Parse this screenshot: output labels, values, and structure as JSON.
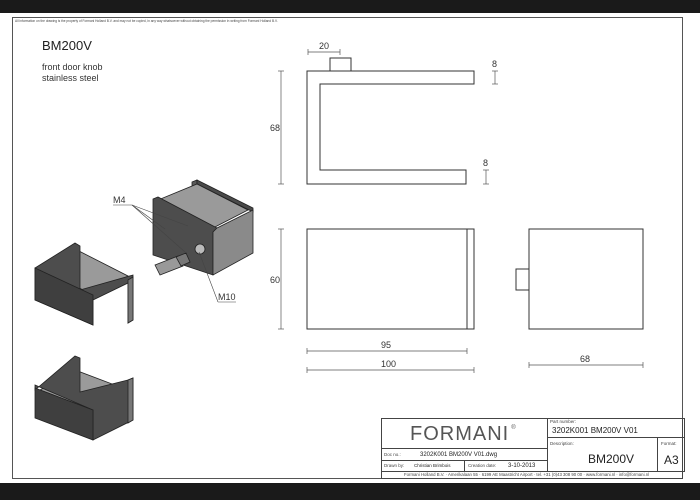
{
  "copyright": "All information on the drawing is the property of Formani Holland B.V. and may not be copied, in any way whatsoever without obtaining the permission in writing from Formani Holland B.V.",
  "title": "BM200V",
  "subtitle_lines": [
    "front door knob",
    "stainless steel"
  ],
  "callouts": {
    "m4": "M4",
    "m10": "M10"
  },
  "dimensions": {
    "knob_width": "20",
    "height_top": "68",
    "thickness_top": "8",
    "thickness_bottom": "8",
    "height_front": "60",
    "inner_length": "95",
    "length": "100",
    "depth": "68"
  },
  "title_block": {
    "logo": "FORMANI",
    "logo_mark": "®",
    "part_number_label": "Part number:",
    "part_number": "3202K001 BM200V V01",
    "description_label": "Description:",
    "description": "BM200V",
    "format_label": "Format:",
    "format": "A3",
    "doc_no_label": "Doc no.:",
    "doc_no": "3202K001 BM200V V01.dwg",
    "drawn_by_label": "Drawn by:",
    "drawn_by": "Christian Brimbois",
    "creation_date_label": "Creation date:",
    "creation_date": "3-10-2013",
    "address": "Formani Holland B.V. · Amerikalaan 55 · 6199 AE Maastricht Airport · tel. +31 (0)43 308 90 00 · www.formani.nl · info@formani.nl"
  }
}
